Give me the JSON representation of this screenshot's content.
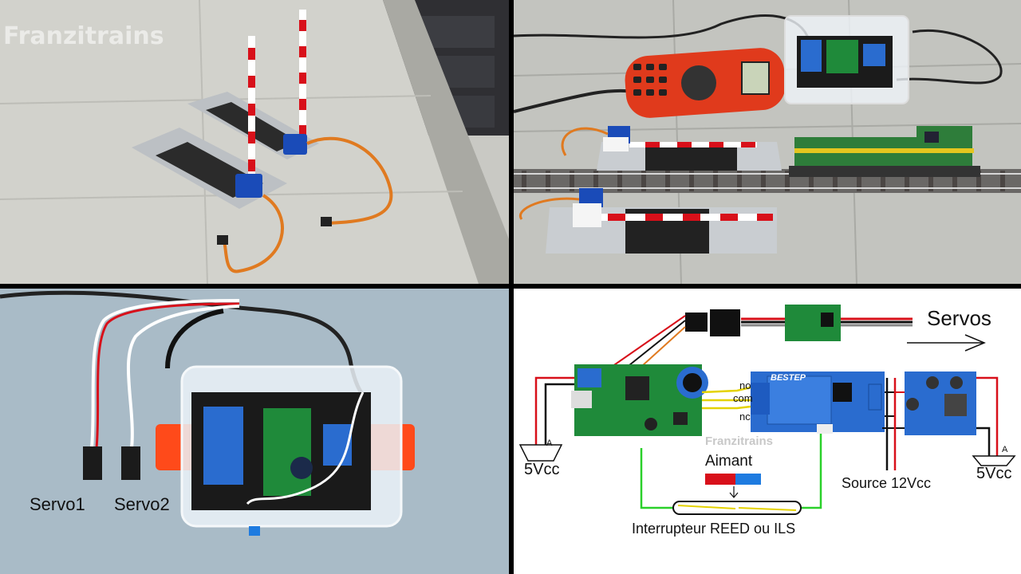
{
  "watermark": "Franzitrains",
  "photo_labels": {
    "servo1": "Servo1",
    "servo2": "Servo2"
  },
  "diagram": {
    "title_servos": "Servos",
    "relay_no": "no",
    "relay_com": "com",
    "relay_nc": "nc",
    "relay_brand": "BESTEP",
    "watermark": "Franzitrains",
    "magnet": "Aimant",
    "left_supply": "5Vcc",
    "right_supply": "5Vcc",
    "source": "Source 12Vcc",
    "reed": "Interrupteur REED ou ILS",
    "ammeter_left": "A",
    "ammeter_right": "A"
  },
  "colors": {
    "signal_red": "#d8101a",
    "magnet_blue": "#1e7be0",
    "pcb_green": "#1f8a3a",
    "relay_blue": "#2a6ccf",
    "wire_green": "#2ad02a",
    "wire_yellow": "#e4d200"
  }
}
